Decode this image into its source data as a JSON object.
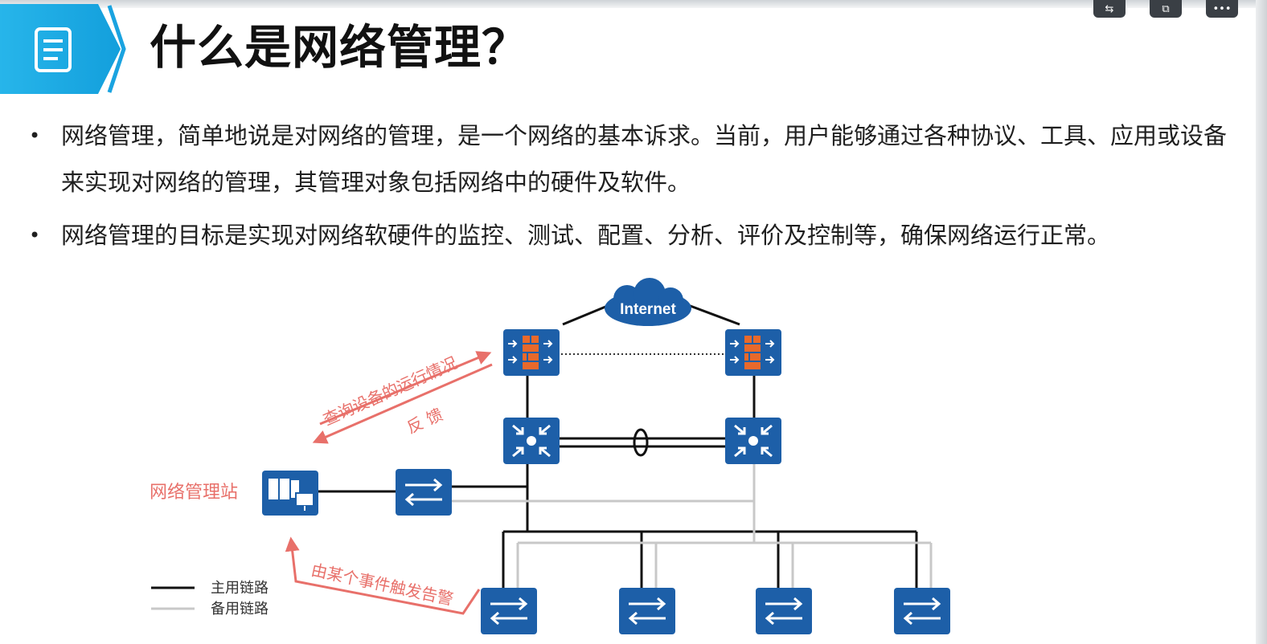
{
  "title": "什么是网络管理？",
  "bullets": [
    "网络管理，简单地说是对网络的管理，是一个网络的基本诉求。当前，用户能够通过各种协议、工具、应用或设备来实现对网络的管理，其管理对象包括网络中的硬件及软件。",
    "网络管理的目标是实现对网络软硬件的监控、测试、配置、分析、评价及控制等，确保网络运行正常。"
  ],
  "diagram": {
    "internet_label": "Internet",
    "query_label": "查询设备的运行情况",
    "feedback_label": "反 馈",
    "station_label": "网络管理站",
    "alarm_label": "由某个事件触发告警",
    "legend_primary": "主用链路",
    "legend_backup": "备用链路"
  },
  "colors": {
    "accent_blue": "#1aa3e0",
    "device_blue": "#1d5fa8",
    "annotation_red": "#e8706a",
    "firewall_orange": "#e8692b",
    "primary_link": "#111111",
    "backup_link": "#c8c8c8"
  },
  "window_controls": [
    "translate-icon",
    "popout-icon",
    "more-icon"
  ]
}
